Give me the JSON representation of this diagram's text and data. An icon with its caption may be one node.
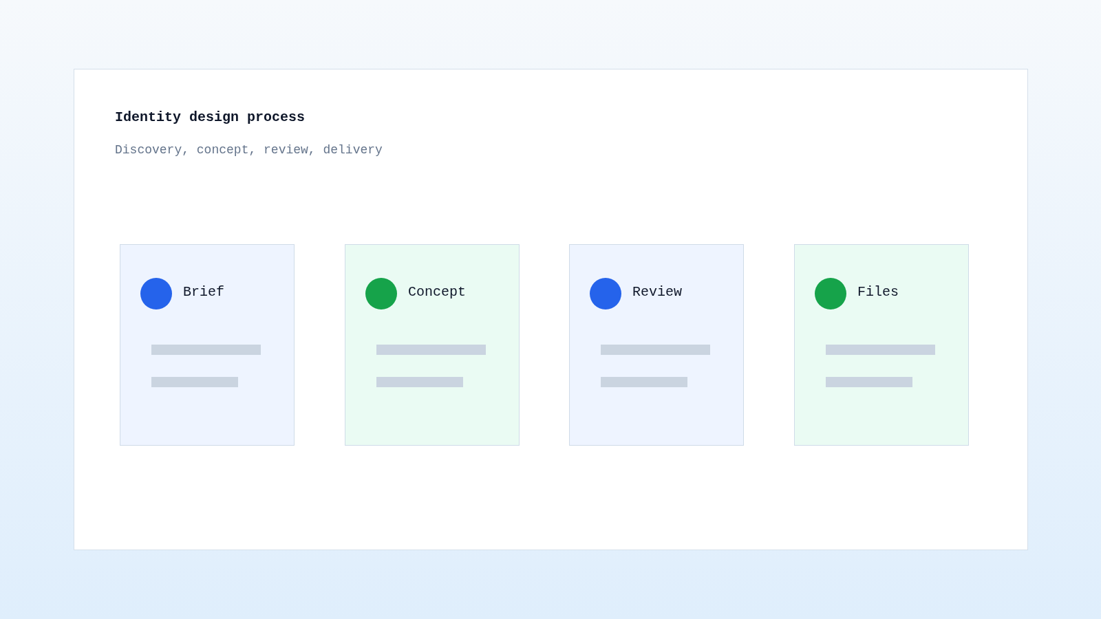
{
  "diagram": {
    "title": "Identity design process",
    "nodes": [
      {
        "text": [
          "Brief"
        ]
      },
      {
        "text": [
          "Concept"
        ]
      },
      {
        "text": [
          "Review"
        ]
      },
      {
        "text": [
          "Files"
        ]
      }
    ],
    "labels": [
      "Discovery, concept, review, delivery"
    ]
  }
}
